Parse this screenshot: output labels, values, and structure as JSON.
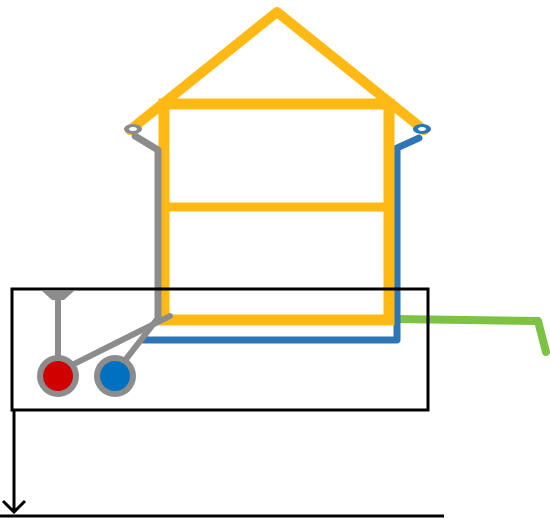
{
  "colors": {
    "house": "#FFB914",
    "blue_pipe": "#2E75B6",
    "gray_pipe": "#8C8C8C",
    "green_pipe": "#7DC242",
    "outline": "#000000",
    "hot_fill": "#D00000",
    "cold_fill": "#0070C0",
    "ring": "#8C8C8C"
  },
  "diagram": {
    "type": "house-water-system-sketch",
    "components": [
      "house-roof",
      "house-walls",
      "floor-divider",
      "left-gutter",
      "right-gutter",
      "gray-downpipe",
      "blue-downpipe",
      "green-overflow-pipe",
      "basement-box",
      "red-tank",
      "blue-tank",
      "arrow-down",
      "ground-line"
    ]
  }
}
